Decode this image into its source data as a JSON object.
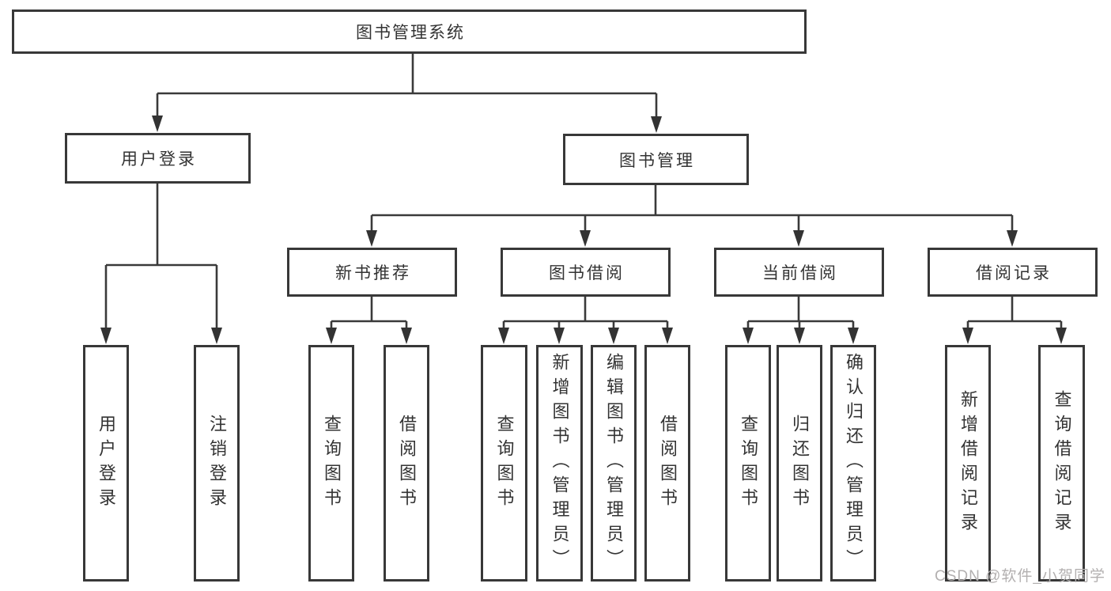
{
  "diagram": {
    "root": {
      "label": "图书管理系统"
    },
    "branches": [
      {
        "label": "用户登录",
        "children": [
          "用户登录",
          "注销登录"
        ]
      },
      {
        "label": "图书管理",
        "groups": [
          {
            "label": "新书推荐",
            "children": [
              "查询图书",
              "借阅图书"
            ]
          },
          {
            "label": "图书借阅",
            "children": [
              "查询图书",
              "新增图书（管理员）",
              "编辑图书（管理员）",
              "借阅图书"
            ]
          },
          {
            "label": "当前借阅",
            "children": [
              "查询图书",
              "归还图书",
              "确认归还（管理员）"
            ]
          },
          {
            "label": "借阅记录",
            "children": [
              "新增借阅记录",
              "查询借阅记录"
            ]
          }
        ]
      }
    ],
    "colors": {
      "line": "#3a3a3a",
      "text": "#333333",
      "box_background": "#ffffff",
      "watermark": "#b3b0b0"
    },
    "watermark": "CSDN @软件_小贺同学"
  }
}
